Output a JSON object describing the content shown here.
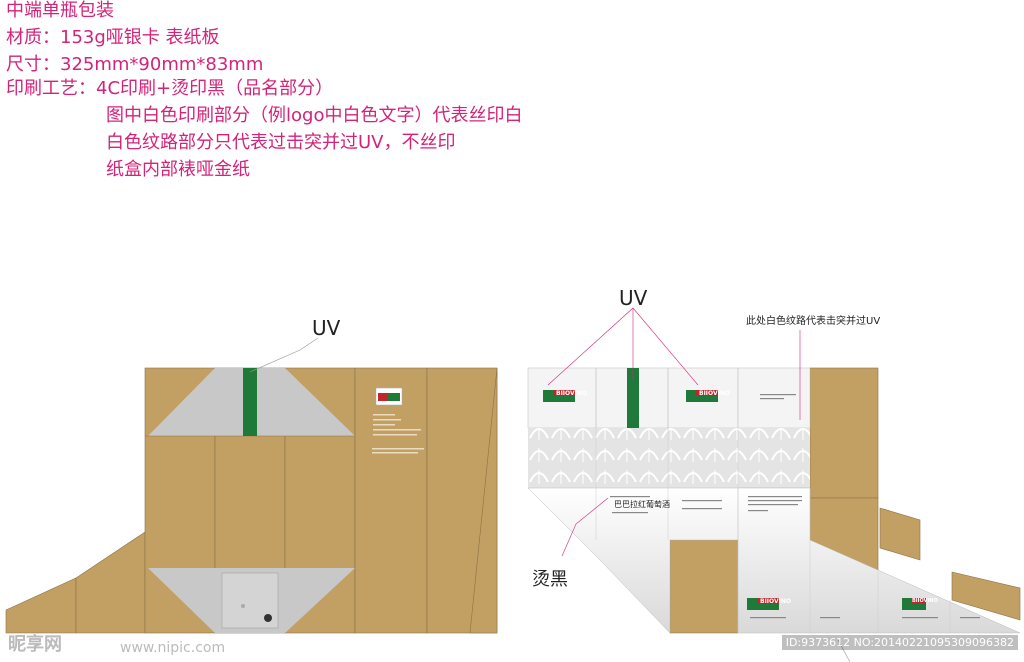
{
  "spec": {
    "line1": "中端单瓶包装",
    "line2": "材质：153g哑银卡 表纸板",
    "line3": "尺寸：325mm*90mm*83mm",
    "line4": "印刷工艺：4C印刷+烫印黑（品名部分）",
    "line5": "图中白色印刷部分（例logo中白色文字）代表丝印白",
    "line6": "白色纹路部分只代表过击突并过UV，不丝印",
    "line7": "纸盒内部裱哑金纸"
  },
  "callouts": {
    "uv_left": "UV",
    "uv_right": "UV",
    "uv_note": "此处白色纹路代表击突并过UV",
    "hot_black": "烫黑"
  },
  "brand": {
    "logo_text": "BIIOVINO",
    "product_name": "巴巴拉红葡萄酒"
  },
  "colors": {
    "kraft": "#c2a064",
    "silver": "#c8c8c8",
    "green": "#1f7a3a",
    "red": "#c0272d",
    "magenta": "#d4237a"
  },
  "watermark": {
    "logo": "昵享网",
    "url": "www.nipic.com",
    "id": "ID:9373612 NO:20140221095309096382"
  }
}
